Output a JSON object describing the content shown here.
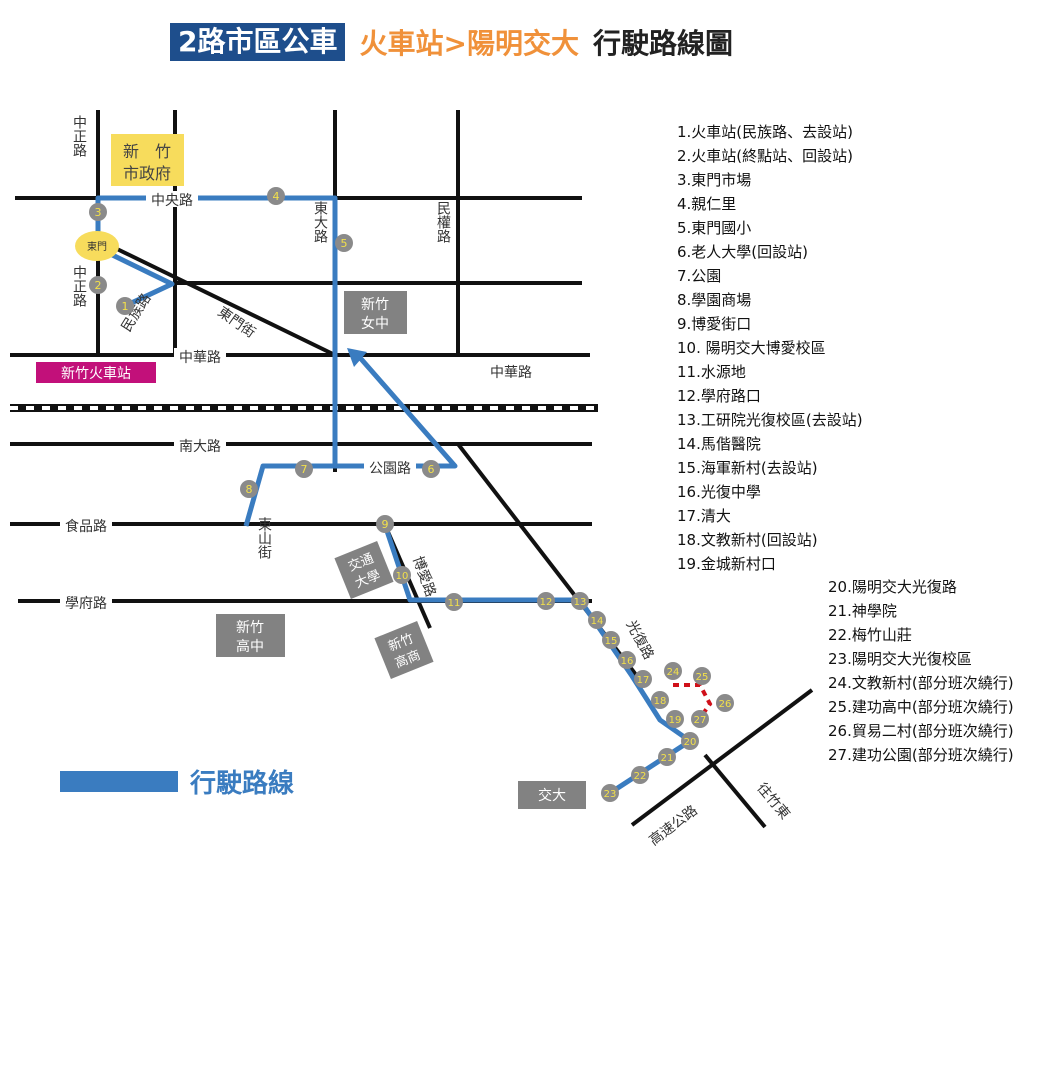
{
  "title": {
    "route": "2路市區公車",
    "direction": "火車站>陽明交大",
    "suffix": "行駛路線圖"
  },
  "colors": {
    "route": "#3a7cc0",
    "road": "#111111",
    "stop_fill": "#8a8a8a",
    "stop_text": "#f2e04a",
    "title_box": "#1e4e8c",
    "direction": "#f0913a",
    "landmark_gray": "#828282",
    "station_magenta": "#c2107a",
    "city_hall_yellow": "#f7dc5c",
    "detour_red": "#d0101a"
  },
  "map": {
    "roads": {
      "zhongzheng_top": "中正路",
      "zhongyang": "中央路",
      "dongda": "東大路",
      "minquan": "民權路",
      "zhongzheng_low": "中正路",
      "minzu": "民族路",
      "dongmen_st": "東門街",
      "zhonghua_left": "中華路",
      "zhonghua_right": "中華路",
      "nanda": "南大路",
      "gongyuan": "公園路",
      "shipin": "食品路",
      "dongshan": "東山街",
      "xuefu": "學府路",
      "boai": "博愛路",
      "guangfu": "光復路",
      "freeway": "高速公路",
      "to_zhudong": "往竹東"
    },
    "landmarks": {
      "city_hall": [
        "新　竹",
        "市政府"
      ],
      "dongmen": "東門",
      "girls_high": [
        "新竹",
        "女中"
      ],
      "train_station": "新竹火車站",
      "chiao_tung_univ": [
        "交通",
        "大學"
      ],
      "hsinchu_high": [
        "新竹",
        "高中"
      ],
      "commercial_school": [
        "新竹",
        "高商"
      ],
      "nctu": "交大"
    },
    "stop_numbers": [
      "1",
      "2",
      "3",
      "4",
      "5",
      "6",
      "7",
      "8",
      "9",
      "10",
      "11",
      "12",
      "13",
      "14",
      "15",
      "16",
      "17",
      "18",
      "19",
      "20",
      "21",
      "22",
      "23",
      "24",
      "25",
      "26",
      "27"
    ]
  },
  "stops": [
    "1.火車站(民族路、去設站)",
    "2.火車站(終點站、回設站)",
    "3.東門市場",
    "4.親仁里",
    "5.東門國小",
    "6.老人大學(回設站)",
    "7.公園",
    "8.學園商場",
    "9.博愛街口",
    "10. 陽明交大博愛校區",
    "11.水源地",
    "12.學府路口",
    "13.工研院光復校區(去設站)",
    "14.馬偕醫院",
    "15.海軍新村(去設站)",
    "16.光復中學",
    "17.清大",
    "18.文教新村(回設站)",
    "19.金城新村口",
    "20.陽明交大光復路",
    "21.神學院",
    "22.梅竹山莊",
    "23.陽明交大光復校區",
    "24.文教新村(部分班次繞行)",
    "25.建功高中(部分班次繞行)",
    "26.貿易二村(部分班次繞行)",
    "27.建功公園(部分班次繞行)"
  ],
  "legend": {
    "label": "行駛路線"
  }
}
